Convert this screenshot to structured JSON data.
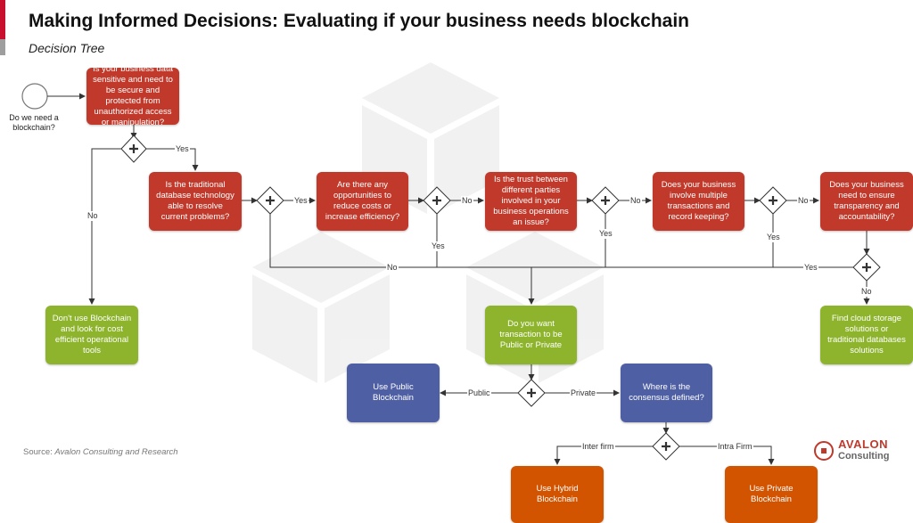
{
  "header": {
    "title": "Making Informed Decisions: Evaluating if your business needs blockchain",
    "subtitle": "Decision Tree"
  },
  "start": {
    "label": "Do we need a blockchain?"
  },
  "nodes": {
    "q_sensitive": "Is your business data sensitive and need to be secure and protected from unauthorized access or manipulation?",
    "q_traditional": "Is the traditional database technology able to resolve current problems?",
    "q_opportunities": "Are there any opportunities to reduce costs or increase efficiency?",
    "q_trust": "Is the trust between different parties involved in your business operations an issue?",
    "q_multiple": "Does your business involve multiple transactions and record keeping?",
    "q_transparency": "Does your business need to ensure transparency and accountability?",
    "r_dont_use": "Don't use Blockchain and look for cost efficient operational tools",
    "q_public_private": "Do you want transaction to be Public or Private",
    "r_cloud": "Find cloud storage solutions or traditional databases solutions",
    "r_public": "Use Public Blockchain",
    "q_consensus": "Where is the consensus defined?",
    "r_hybrid": "Use Hybrid Blockchain",
    "r_private": "Use Private Blockchain"
  },
  "edge_labels": {
    "yes_1": "Yes",
    "no_1": "No",
    "yes_2": "Yes",
    "no_2": "No",
    "yes_3": "Yes",
    "no_3": "No",
    "yes_4": "Yes",
    "no_4": "No",
    "yes_5": "Yes",
    "no_bottom": "No",
    "yes_6": "Yes",
    "no_6": "No",
    "public": "Public",
    "private": "Private",
    "inter_firm": "Inter firm",
    "intra_firm": "Intra Firm"
  },
  "source": {
    "prefix": "Source:",
    "value": "Avalon Consulting and Research"
  },
  "logo": {
    "line1": "AVALON",
    "line2": "Consulting"
  },
  "colors": {
    "question": "#c0392b",
    "result_green": "#8db42c",
    "result_blue": "#4f5fa3",
    "result_orange": "#d35400",
    "accent": "#c8102e"
  }
}
